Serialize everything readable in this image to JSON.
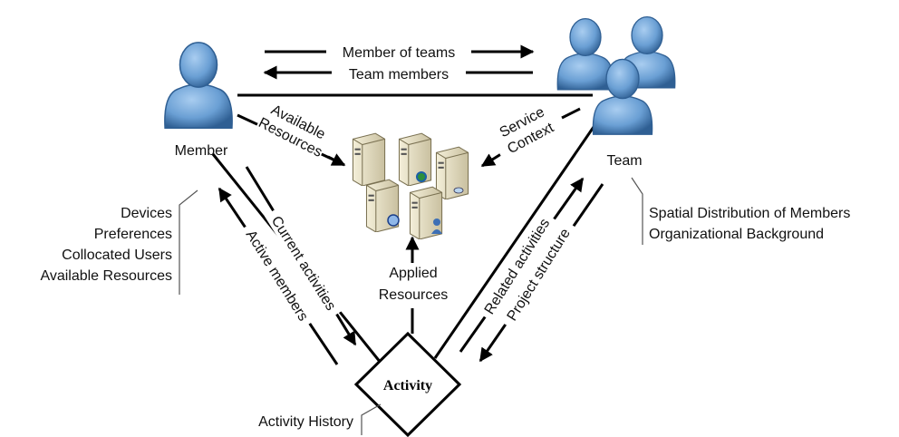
{
  "nodes": {
    "member": "Member",
    "team": "Team",
    "activity": "Activity"
  },
  "edges": {
    "member_of_teams": "Member of teams",
    "team_members": "Team members",
    "available_resources_line1": "Available",
    "available_resources_line2": "Resources",
    "service_context_line1": "Service",
    "service_context_line2": "Context",
    "applied_resources_line1": "Applied",
    "applied_resources_line2": "Resources",
    "current_activities": "Current activities",
    "active_members": "Active members",
    "related_activities": "Related activities",
    "project_structure": "Project structure"
  },
  "member_attributes": [
    "Devices",
    "Preferences",
    "Collocated Users",
    "Available Resources"
  ],
  "team_attributes": [
    "Spatial Distribution of Members",
    "Organizational Background"
  ],
  "activity_attributes": [
    "Activity History"
  ],
  "icons": {
    "member": "person-icon",
    "team": "group-icon",
    "resources": "server-cluster-icon"
  },
  "colors": {
    "person_fill": "#6a9fd4",
    "person_dark": "#2f5f93",
    "server_fill": "#e9e3c9",
    "line": "#000000"
  }
}
